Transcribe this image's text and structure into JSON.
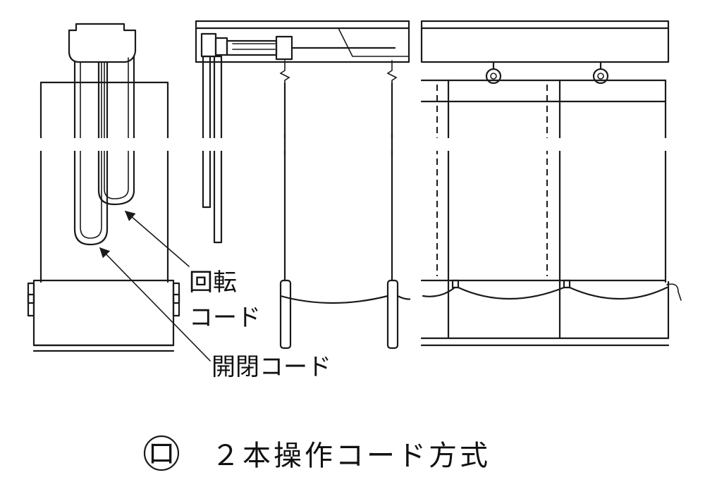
{
  "labels": {
    "rotation_cord_line1": "回転",
    "rotation_cord_line2": "コード",
    "open_close_cord": "開閉コード"
  },
  "caption": {
    "marker": "ロ",
    "text": "２本操作コード方式"
  }
}
